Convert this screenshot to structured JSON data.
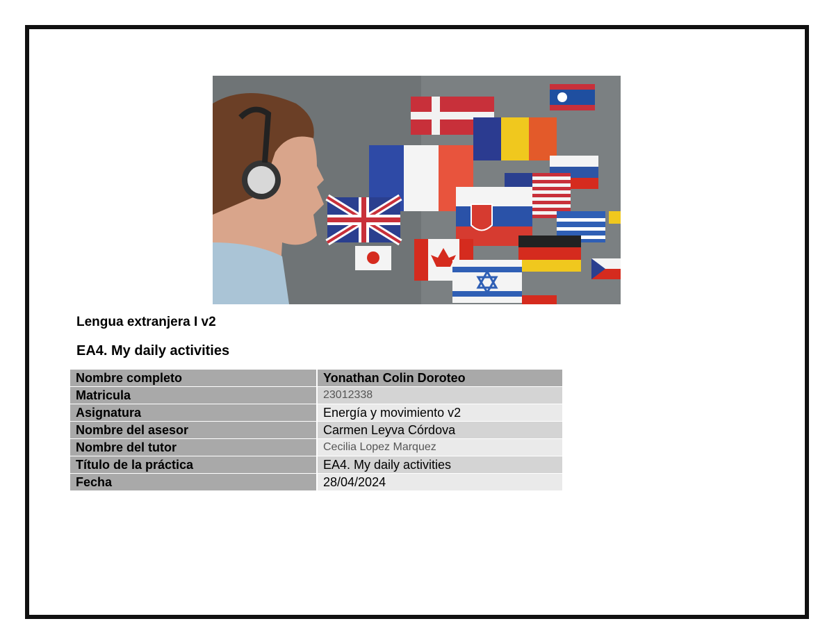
{
  "document": {
    "subject": "Lengua extranjera I v2",
    "title": "EA4. My daily activities"
  },
  "info_table": [
    {
      "label": "Nombre completo",
      "value": "Yonathan Colin Doroteo"
    },
    {
      "label": "Matricula",
      "value": "23012338"
    },
    {
      "label": "Asignatura",
      "value": "Energía y movimiento v2"
    },
    {
      "label": "Nombre del asesor",
      "value": "Carmen Leyva Córdova"
    },
    {
      "label": "Nombre del tutor",
      "value": "Cecilia Lopez Marquez"
    },
    {
      "label": "Título de la práctica",
      "value": "EA4. My daily activities"
    },
    {
      "label": "Fecha",
      "value": "28/04/2024"
    }
  ],
  "colors": {
    "label_cell": "#a9a9a9",
    "row_dark": "#d4d4d4",
    "row_light": "#eaeaea",
    "frame": "#111111"
  }
}
